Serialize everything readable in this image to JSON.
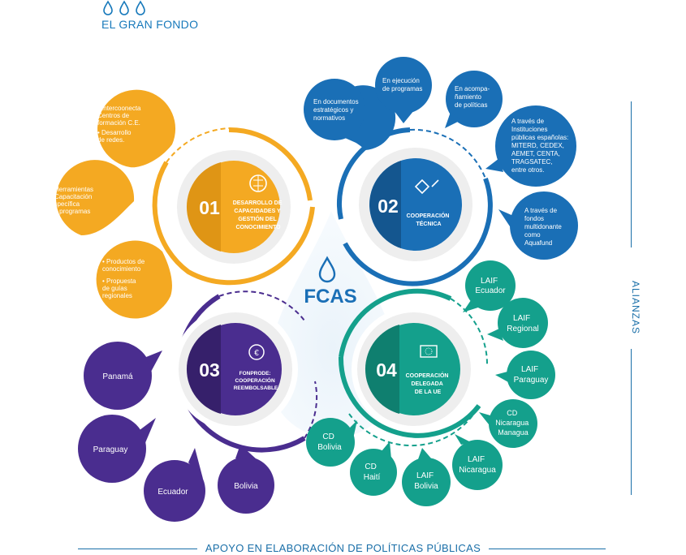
{
  "header": {
    "title": "EL GRAN FONDO"
  },
  "center": {
    "label": "FCAS"
  },
  "sections": [
    {
      "number": "01",
      "title": [
        "DESARROLLO DE",
        "CAPACIDADES Y",
        "GESTIÓN DEL",
        "CONOCIMIENTO"
      ],
      "color": "#f4a922"
    },
    {
      "number": "02",
      "title": [
        "COOPERACIÓN",
        "TÉCNICA"
      ],
      "color": "#1a6fb6"
    },
    {
      "number": "03",
      "title": [
        "FONPRODE:",
        "COOPERACIÓN",
        "REEMBOLSABLE"
      ],
      "color": "#4a2d8f"
    },
    {
      "number": "04",
      "title": [
        "COOPERACIÓN",
        "DELEGADA",
        "DE LA UE"
      ],
      "color": "#14a08c"
    }
  ],
  "orange_drops": [
    {
      "lines": [
        "• Intercoonecta",
        "  Centros de",
        "  formación C.E.",
        "• Desarrollo",
        "  de redes."
      ]
    },
    {
      "lines": [
        "• Herramientas",
        "• Capacitación",
        "  específica",
        "  en programas"
      ]
    },
    {
      "lines": [
        "• Productos de",
        "  conocimiento",
        "• Propuesta",
        "  de guías",
        "  regionales"
      ]
    }
  ],
  "blue_drops": [
    {
      "lines": [
        "En documentos",
        "estratégicos y",
        "normativos"
      ]
    },
    {
      "lines": [
        "En ejecución",
        "de programas"
      ]
    },
    {
      "lines": [
        "En acompa-",
        "ñamiento",
        "de políticas"
      ]
    },
    {
      "lines": [
        "A través de",
        "Instituciones",
        "públicas españolas:",
        "MITERD, CEDEX,",
        "AEMET, CENTA,",
        "TRAGSATEC,",
        "entre otros."
      ]
    },
    {
      "lines": [
        "A través de",
        "fondos",
        "multidonante",
        "como",
        "Aquafund"
      ]
    }
  ],
  "purple_drops": [
    {
      "label": "Panamá"
    },
    {
      "label": "Paraguay"
    },
    {
      "label": "Ecuador"
    },
    {
      "label": "Bolivia"
    }
  ],
  "teal_drops": [
    {
      "lines": [
        "LAIF",
        "Ecuador"
      ]
    },
    {
      "lines": [
        "LAIF",
        "Regional"
      ]
    },
    {
      "lines": [
        "LAIF",
        "Paraguay"
      ]
    },
    {
      "lines": [
        "CD",
        "Nicaragua",
        "Managua"
      ]
    },
    {
      "lines": [
        "LAIF",
        "Nicaragua"
      ]
    },
    {
      "lines": [
        "LAIF",
        "Bolivia"
      ]
    },
    {
      "lines": [
        "CD",
        "Haití"
      ]
    },
    {
      "lines": [
        "CD",
        "Bolivia"
      ]
    }
  ],
  "side": {
    "label": "ALIANZAS"
  },
  "footer": {
    "title": "APOYO EN ELABORACIÓN DE POLÍTICAS PÚBLICAS"
  },
  "colors": {
    "orange": "#f4a922",
    "blue": "#1a6fb6",
    "purple": "#4a2d8f",
    "teal": "#14a08c",
    "navy": "#1a6fa8"
  }
}
